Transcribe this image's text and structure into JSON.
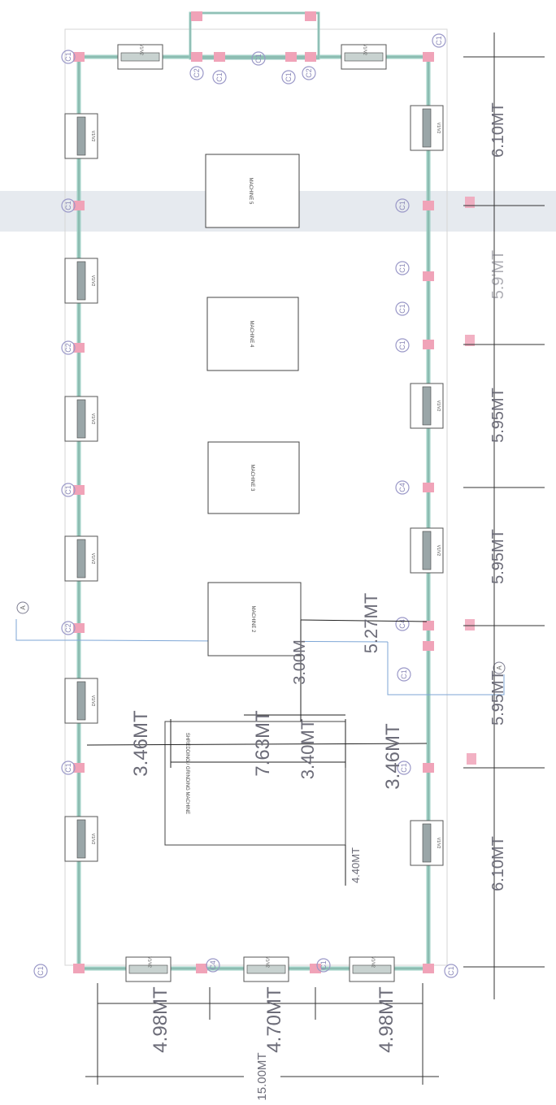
{
  "dimensions": {
    "right_6_10_top": "6.10MT",
    "right_5_9": "5.9'MT",
    "right_5_95_a": "5.95MT",
    "right_5_95_b": "5.95MT",
    "right_5_95_c": "5.95MT",
    "right_6_10_bottom": "6.10MT",
    "left_3_46": "3.46MT",
    "mid_7_63": "7.63MT",
    "mid_3_40": "3.40MT",
    "right_3_46": "3.46MT",
    "mid_4_40": "4.40MT",
    "mid_5_27": "5.27MT",
    "mid_3_00": "3.00M",
    "bottom_4_98_left": "4.98MT",
    "bottom_4_70": "4.70MT",
    "bottom_4_98_right": "4.98MT",
    "bottom_total": "15.00MT"
  },
  "machines": [
    {
      "id": "machine-5",
      "label": "MACHINE 5"
    },
    {
      "id": "machine-4",
      "label": "MACHINE 4"
    },
    {
      "id": "machine-3",
      "label": "MACHINE 3"
    },
    {
      "id": "machine-2",
      "label": "MACHINE 2"
    },
    {
      "id": "machine-1",
      "label": "SHREDDING / GRINDING MACHINE"
    }
  ],
  "section_markers": [
    "A",
    "A"
  ],
  "window_tags": [
    "V1/V2",
    "V1/V2",
    "V1/V2",
    "V1/V2",
    "V1/V2",
    "V1/V2",
    "V1/V2",
    "V1/V2",
    "V1/V2",
    "V1/V2",
    "V1/V2",
    "V1/V2",
    "V1/V2",
    "V1/V2",
    "V1/V2"
  ],
  "grid_refs": [
    "C1",
    "C1",
    "C2",
    "C1",
    "C2",
    "C1",
    "C1",
    "C1",
    "C1",
    "C1",
    "C1",
    "C1",
    "C4",
    "C4",
    "C1",
    "C1",
    "C1",
    "C4",
    "C1",
    "C2",
    "C1",
    "C2",
    "C1",
    "C1"
  ],
  "colors": {
    "wall": "#9fcfc4",
    "column": "#f0a3b8",
    "dim_text": "#6c6c78",
    "grid_ref": "#8886b6",
    "section_line": "#7da6d6",
    "fade_band": "#c8d0dc"
  }
}
